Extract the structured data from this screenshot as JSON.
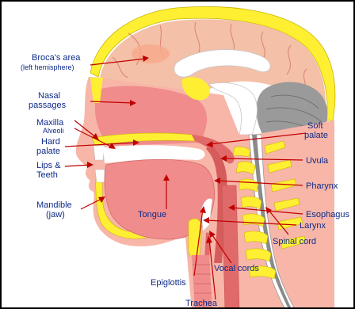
{
  "colors": {
    "label": "#0d2a8a",
    "arrow": "#c00000",
    "tissue": "#f08c8c",
    "bone": "#ffef33",
    "brain": "#f4c0a8",
    "cerebellum": "#9a9a9a",
    "spinal_cord": "#ffffff",
    "skin": "#f7b6a8"
  },
  "labels": {
    "broca_line1": "Broca's area",
    "broca_line2": "(left hemisphere)",
    "nasal_line1": "Nasal",
    "nasal_line2": "passages",
    "maxilla": "Maxilla",
    "alveoli": "Alveoli",
    "hard_line1": "Hard",
    "hard_line2": "palate",
    "lips_line1": "Lips &",
    "lips_line2": "Teeth",
    "mandible_line1": "Mandible",
    "mandible_line2": "(jaw)",
    "tongue": "Tongue",
    "epiglottis": "Epiglottis",
    "trachea": "Trachea",
    "vocal_cords": "Vocal cords",
    "spinal_cord": "Spinal cord",
    "larynx": "Larynx",
    "esophagus": "Esophagus",
    "pharynx": "Pharynx",
    "uvula": "Uvula",
    "soft_line1": "Soft",
    "soft_line2": "palate"
  }
}
